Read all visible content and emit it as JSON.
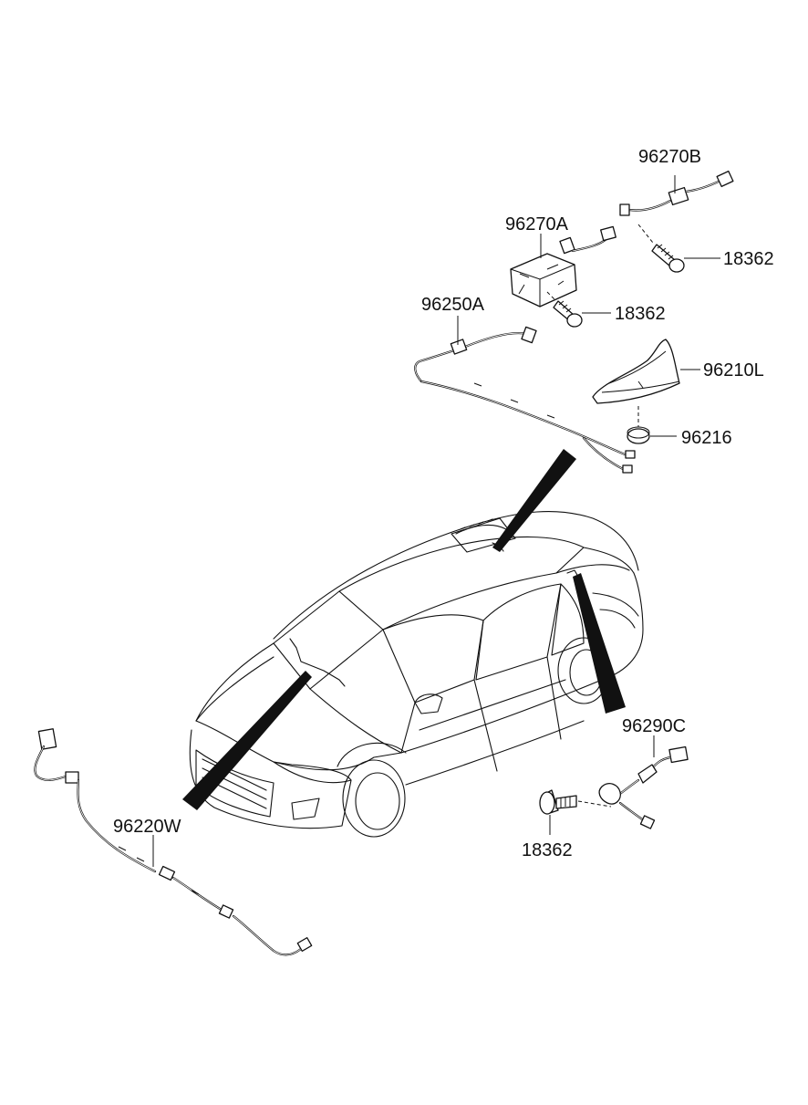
{
  "parts": {
    "p96270B": "96270B",
    "p96270A": "96270A",
    "p18362_top": "18362",
    "p18362_mid": "18362",
    "p96250A": "96250A",
    "p96210L": "96210L",
    "p96216": "96216",
    "p96290C": "96290C",
    "p96220W": "96220W",
    "p18362_bottom": "18362"
  }
}
